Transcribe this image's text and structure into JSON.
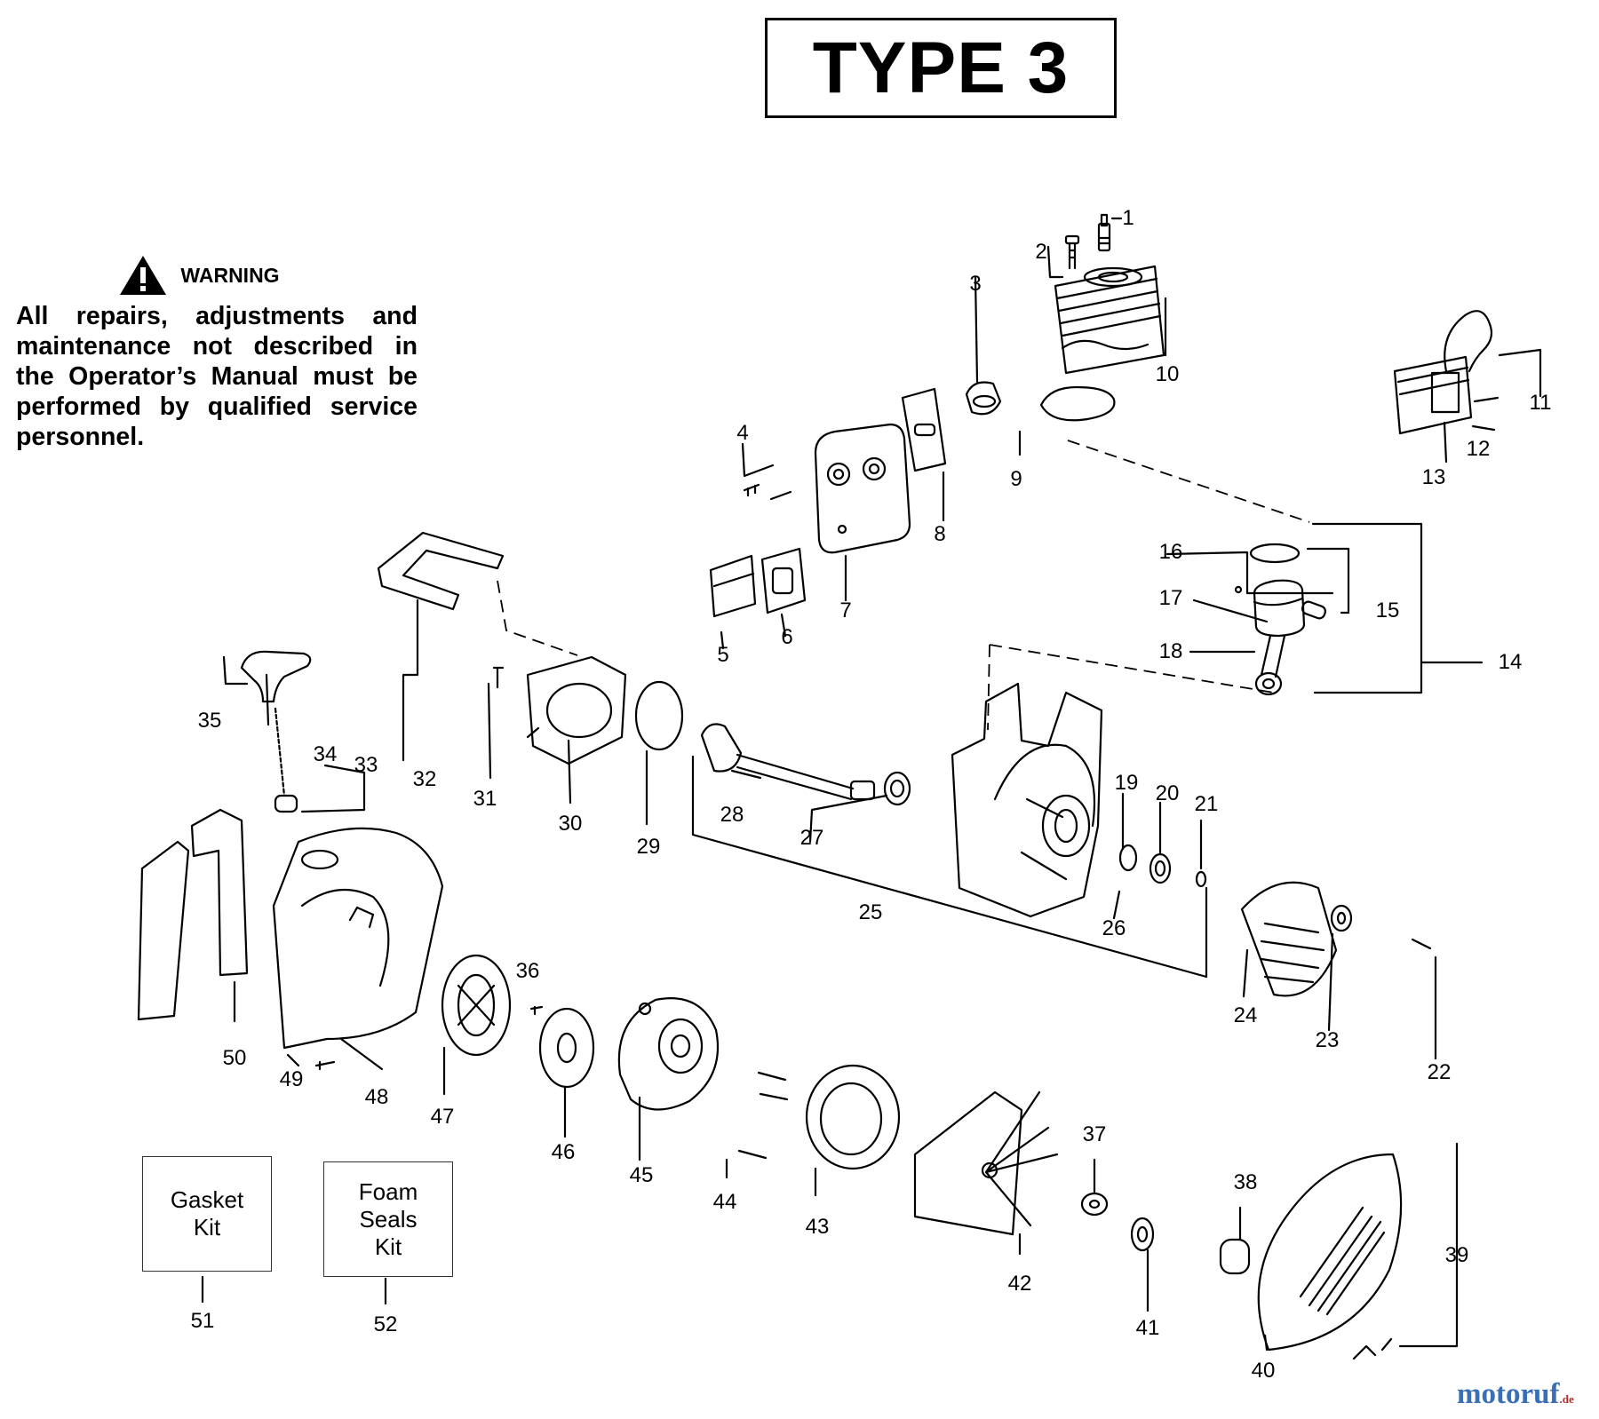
{
  "title": "TYPE 3",
  "warning": {
    "heading": "WARNING",
    "text": "All repairs, adjustments and maintenance not described in the Operator’s Manual must be performed by qualified service personnel."
  },
  "kits": [
    {
      "label": "Gasket\nKit",
      "number": "51"
    },
    {
      "label": "Foam\nSeals\nKit",
      "number": "52"
    }
  ],
  "callouts": [
    "1",
    "2",
    "3",
    "4",
    "5",
    "6",
    "7",
    "8",
    "9",
    "10",
    "11",
    "12",
    "13",
    "14",
    "15",
    "16",
    "17",
    "18",
    "19",
    "20",
    "21",
    "22",
    "23",
    "24",
    "25",
    "26",
    "27",
    "28",
    "29",
    "30",
    "31",
    "32",
    "33",
    "34",
    "35",
    "36",
    "37",
    "38",
    "39",
    "40",
    "41",
    "42",
    "43",
    "44",
    "45",
    "46",
    "47",
    "48",
    "49",
    "50"
  ],
  "watermark": {
    "brand": "motoruf",
    "tld": ".de"
  }
}
